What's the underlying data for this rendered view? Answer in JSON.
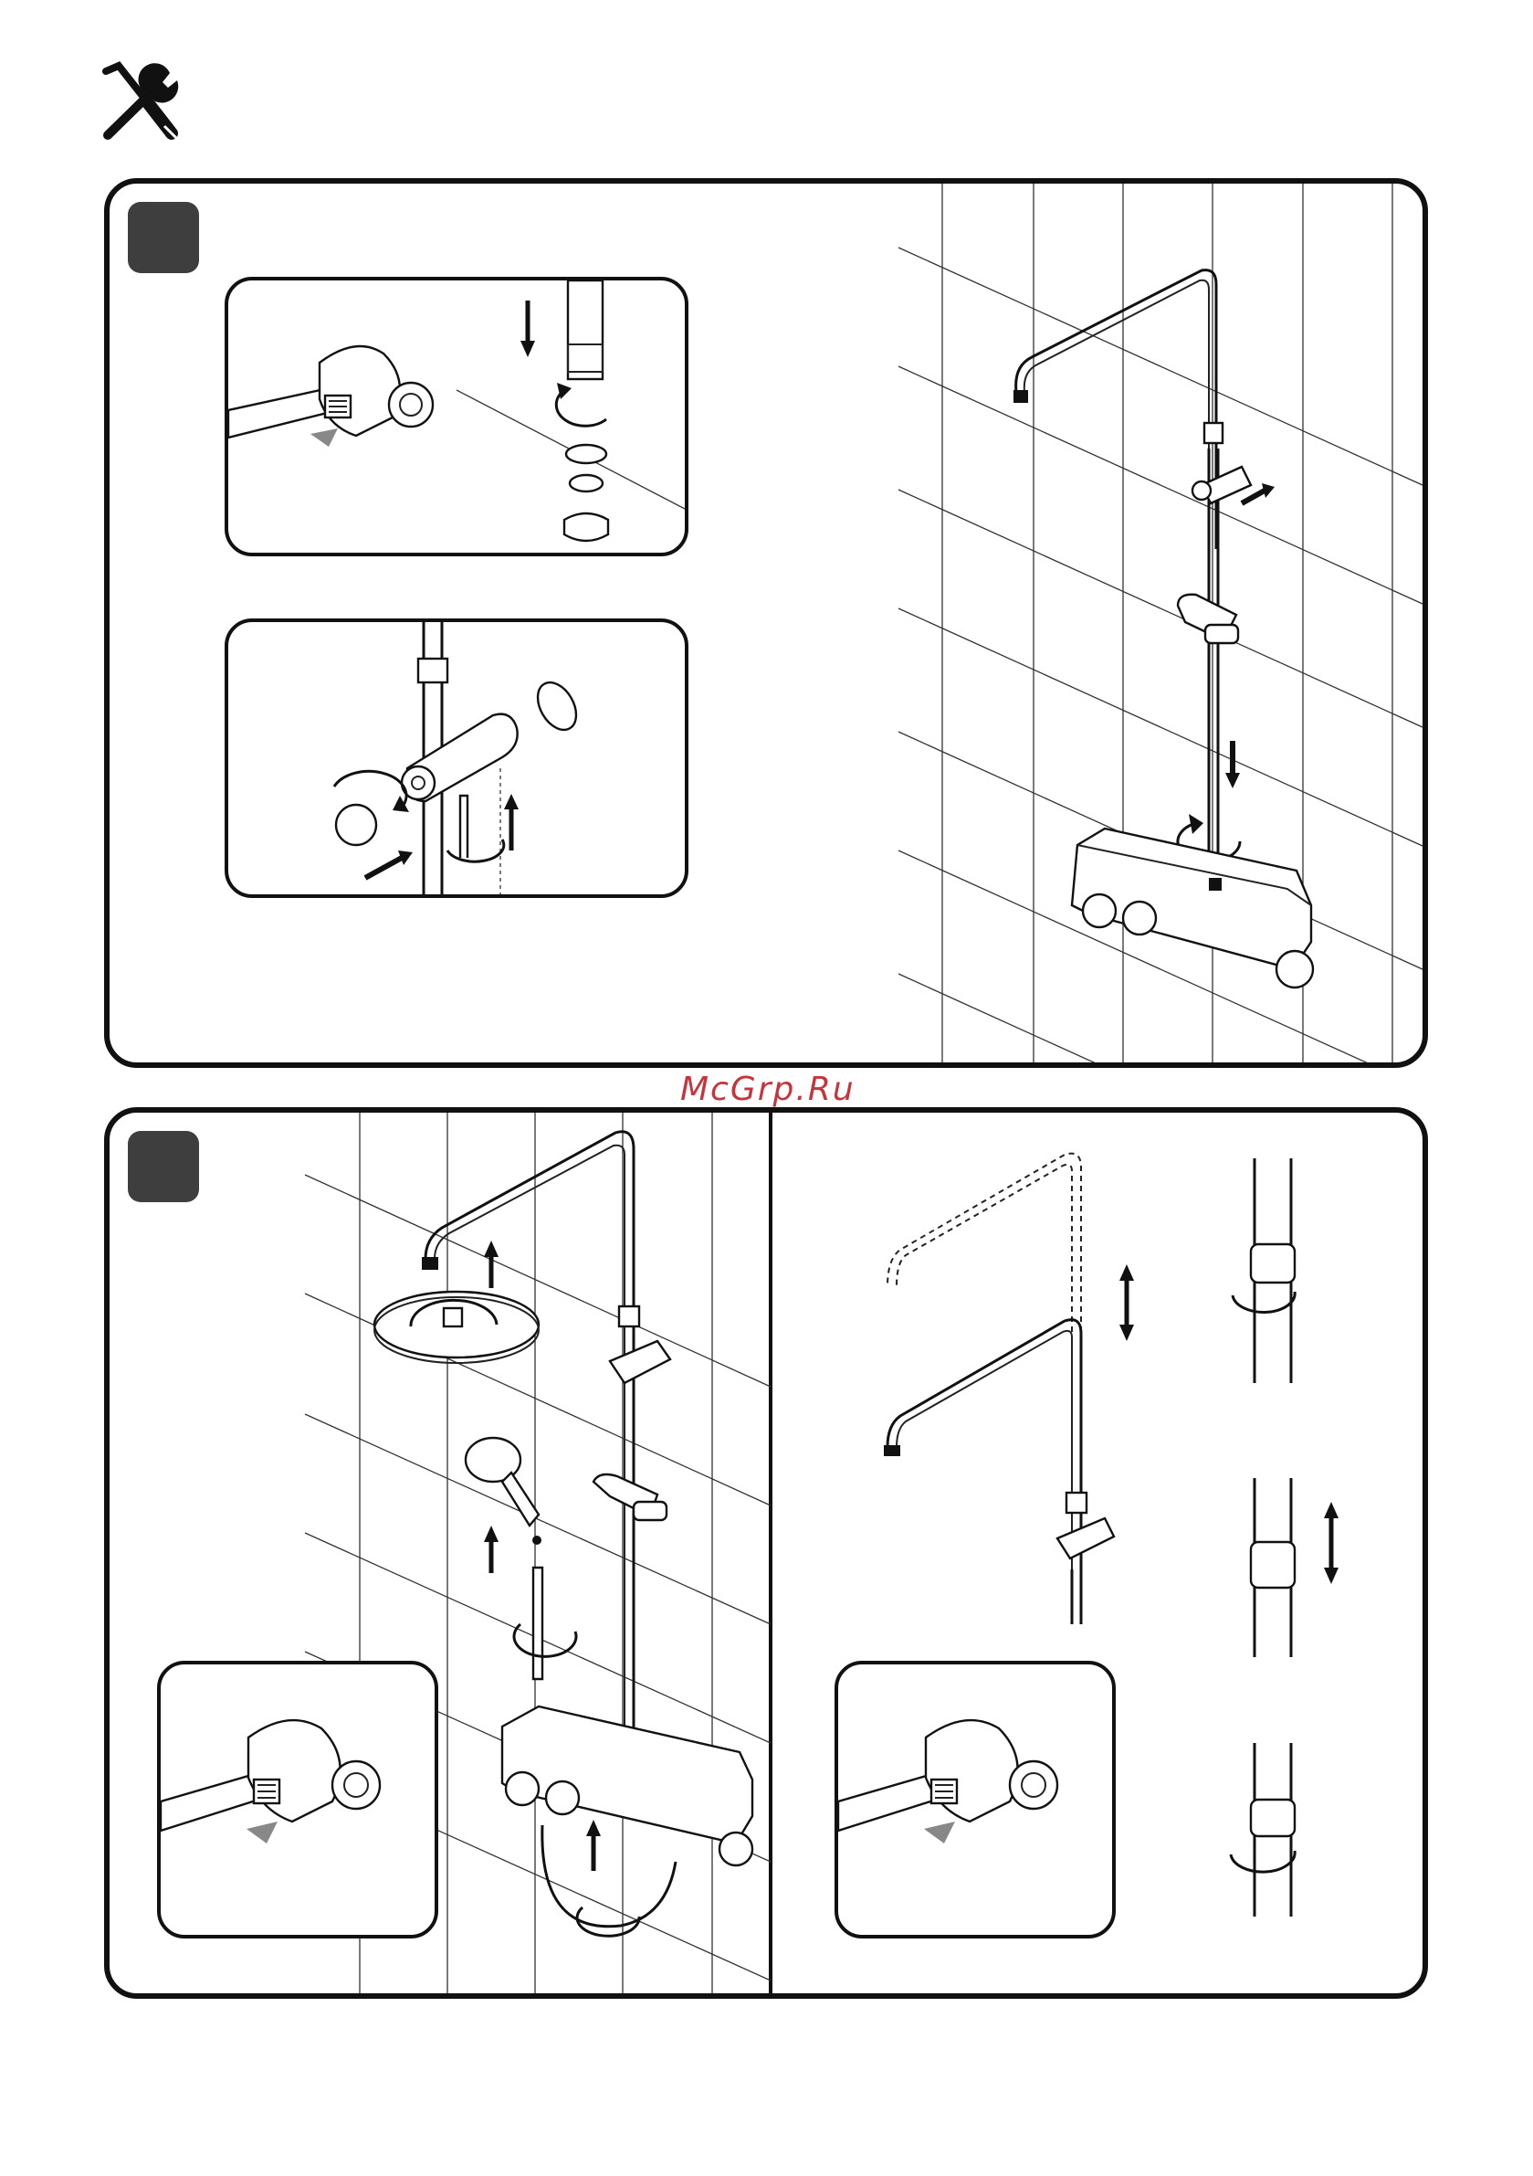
{
  "header": {
    "icon": "tools-icon"
  },
  "watermark": {
    "text": "McGrp.Ru"
  },
  "colors": {
    "watermark": "#c8343b",
    "badge": "#3e3e3e",
    "frame": "#111111"
  },
  "panels": [
    {
      "id": "step-1",
      "insets": [
        "wrench-inset",
        "holder-inset"
      ]
    },
    {
      "id": "step-2",
      "insets": [
        "wrench-inset-left",
        "wrench-inset-right"
      ]
    }
  ]
}
